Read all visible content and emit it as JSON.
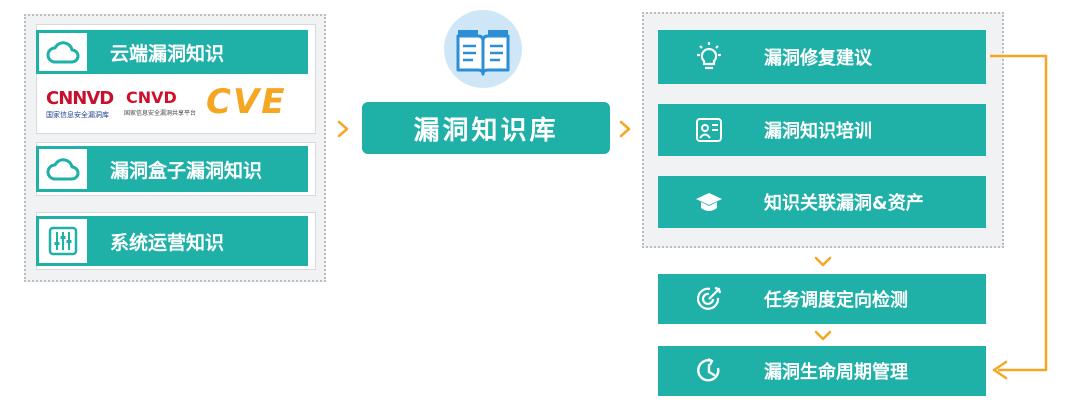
{
  "left_panel": {
    "cloud_knowledge": {
      "label": "云端漏洞知识",
      "logos": {
        "cnnvd": "CNNVD",
        "cnnvd_sub": "国家信息安全漏洞库",
        "cnvd": "CNVD",
        "cnvd_sub": "国家信息安全漏洞共享平台",
        "cve": "CVE"
      }
    },
    "box_knowledge": "漏洞盒子漏洞知识",
    "ops_knowledge": "系统运营知识"
  },
  "center": {
    "label": "漏洞知识库"
  },
  "right_panel": {
    "items": [
      {
        "label": "漏洞修复建议",
        "icon": "lightbulb-icon"
      },
      {
        "label": "漏洞知识培训",
        "icon": "training-icon"
      },
      {
        "label": "知识关联漏洞&资产",
        "icon": "graduation-cap-icon"
      }
    ]
  },
  "flow": {
    "task": {
      "label": "任务调度定向检测",
      "icon": "target-icon"
    },
    "lifecycle": {
      "label": "漏洞生命周期管理",
      "icon": "clock-cycle-icon"
    }
  },
  "colors": {
    "teal": "#1fb0a8",
    "orange": "#f5a623",
    "panel_bg": "#f1f2f3",
    "cnnvd_red": "#c8102e",
    "cve_orange": "#f5a623"
  }
}
